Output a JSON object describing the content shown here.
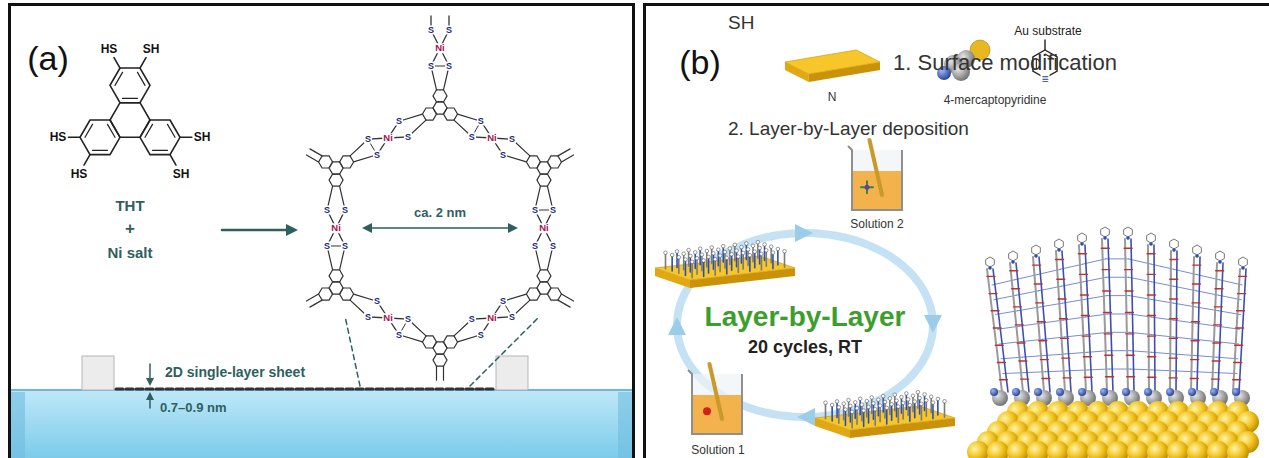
{
  "diagram": {
    "nodes": [
      {
        "text": [
          "(a)"
        ]
      },
      {
        "text": [
          "(b)"
        ]
      }
    ],
    "labels": [
      "HS",
      "SH",
      "HS",
      "SH",
      "HS",
      "SH",
      "THT",
      "+",
      "Ni salt",
      "ca. 2 nm",
      "Ni",
      "S",
      "S",
      "S",
      "S",
      "Ni",
      "S",
      "S",
      "S",
      "S",
      "Ni",
      "S",
      "S",
      "S",
      "S",
      "Ni",
      "S",
      "S",
      "S",
      "S",
      "Ni",
      "S",
      "S",
      "S",
      "S",
      "Ni",
      "S",
      "S",
      "S",
      "S",
      "Ni",
      "S",
      "S",
      "S",
      "S",
      "2D single-layer sheet",
      "0.7–0.9 nm",
      "1. Surface modification",
      "Au substrate",
      "≡",
      "SH",
      "N",
      "4-mercaptopyridine",
      "2. Layer-by-Layer deposition",
      "Solution 2",
      "Layer-by-Layer",
      "20 cycles, RT",
      "Solution 1"
    ]
  }
}
